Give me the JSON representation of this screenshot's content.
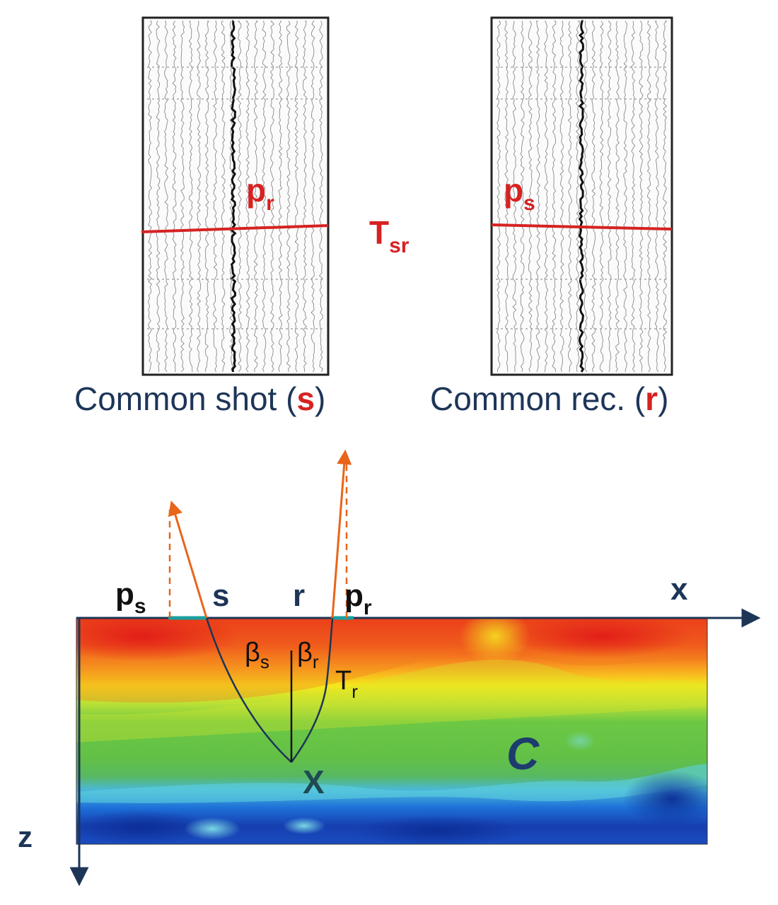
{
  "top": {
    "panel_left": {
      "label_prefix": "Common shot (",
      "label_var": "s",
      "label_suffix": ")",
      "slope_label": "p",
      "slope_sub": "r"
    },
    "panel_right": {
      "label_prefix": "Common rec. (",
      "label_var": "r",
      "label_suffix": ")",
      "slope_label": "p",
      "slope_sub": "s"
    },
    "time_label": "T",
    "time_sub": "sr"
  },
  "model": {
    "ps_label": "p",
    "ps_sub": "s",
    "s_label": "s",
    "r_label": "r",
    "pr_label": "p",
    "pr_sub": "r",
    "x_axis_label": "x",
    "z_axis_label": "z",
    "beta_s": "β",
    "beta_s_sub": "s",
    "beta_r": "β",
    "beta_r_sub": "r",
    "tr_label": "T",
    "tr_sub": "r",
    "point_label": "X",
    "region_label": "C"
  },
  "colors": {
    "accent_red": "#d62222",
    "dark_label": "#1d3557",
    "arrow_orange": "#e8651a",
    "axis_navy": "#1d3557"
  }
}
